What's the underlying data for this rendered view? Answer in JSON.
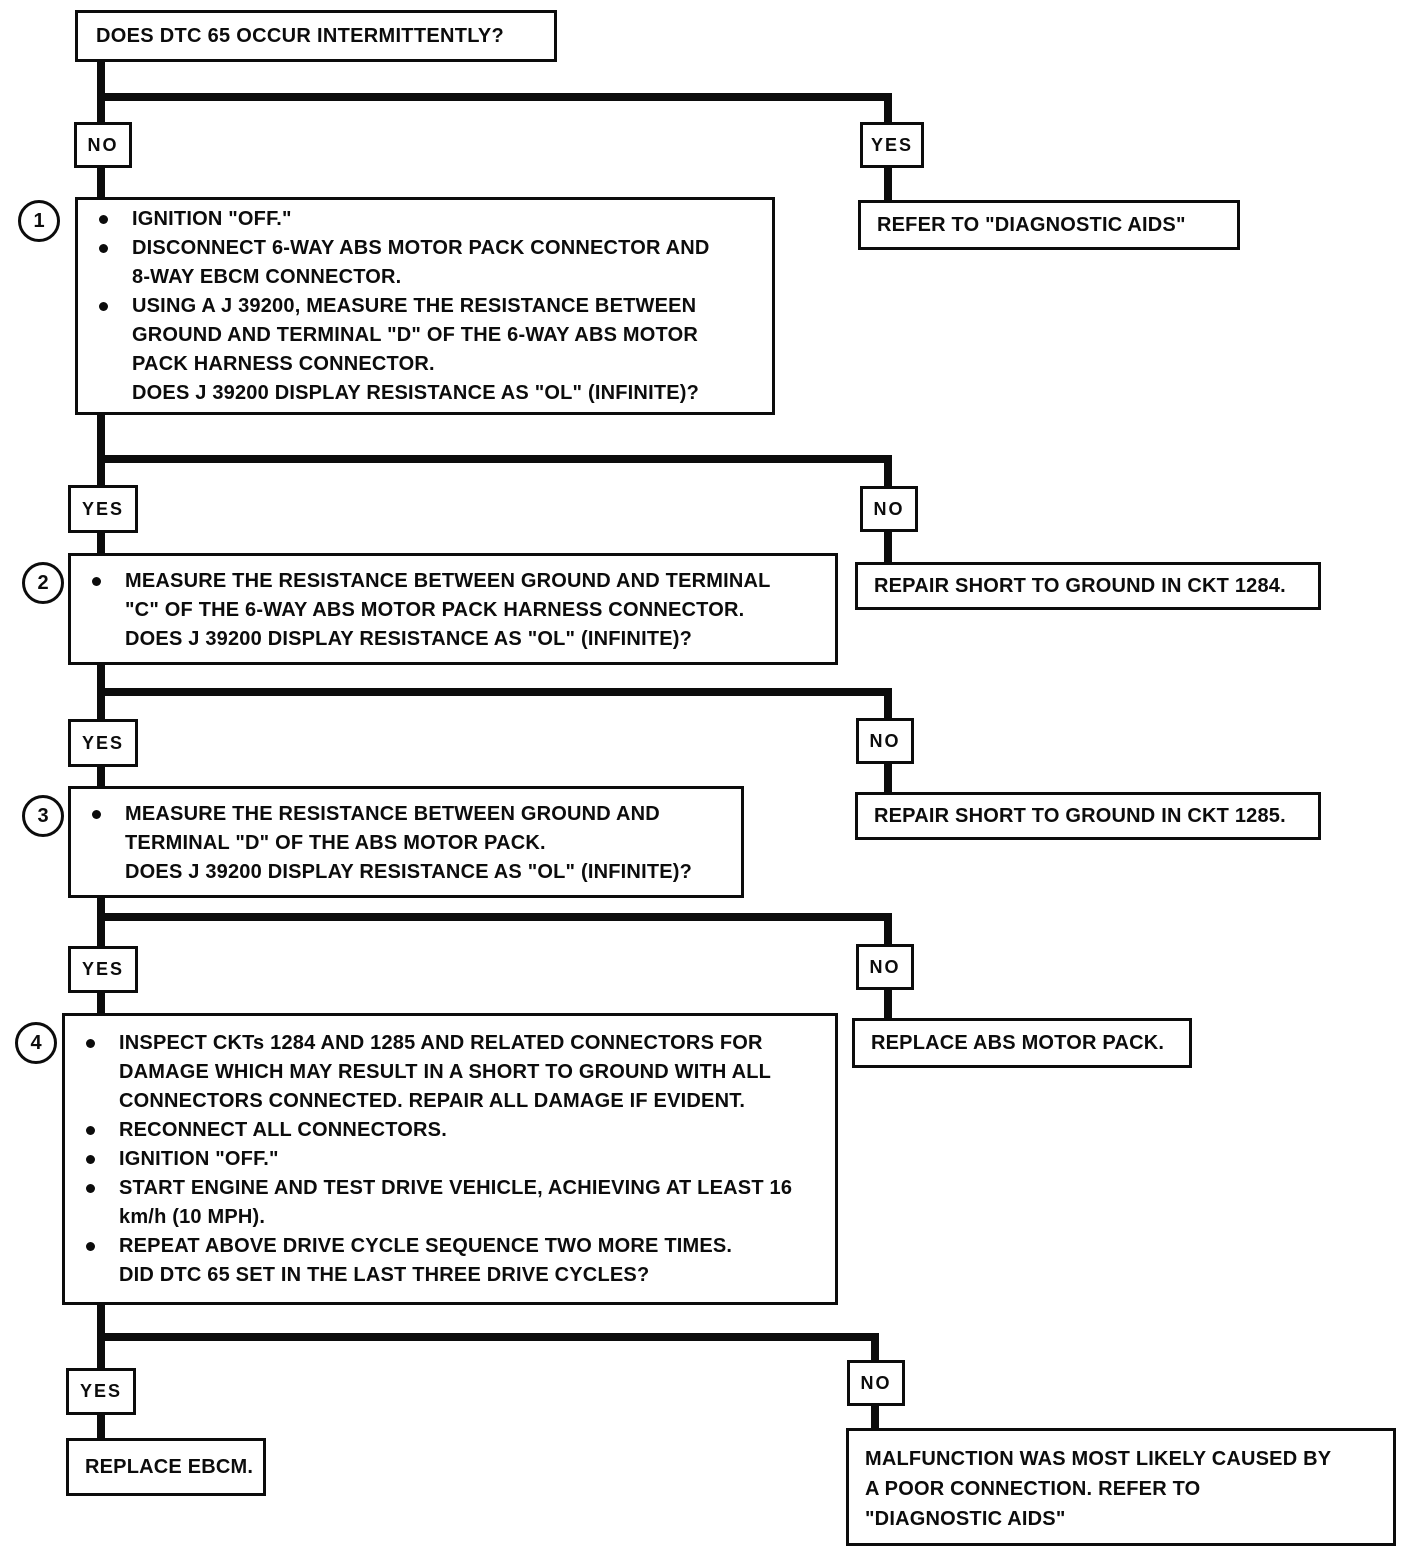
{
  "diagram_type": "flowchart",
  "start": {
    "question": "DOES DTC 65 OCCUR INTERMITTENTLY?"
  },
  "rows": [
    {
      "left": "NO",
      "right": "YES"
    },
    {
      "left": "YES",
      "right": "NO"
    },
    {
      "left": "YES",
      "right": "NO"
    },
    {
      "left": "YES",
      "right": "NO"
    },
    {
      "left": "YES",
      "right": "NO"
    }
  ],
  "steps": [
    {
      "number": "1",
      "items": [
        "IGNITION \"OFF.\"",
        "DISCONNECT 6-WAY ABS MOTOR PACK CONNECTOR AND 8-WAY EBCM CONNECTOR.",
        "USING A J 39200, MEASURE THE RESISTANCE BETWEEN GROUND AND TERMINAL \"D\" OF THE 6-WAY ABS MOTOR PACK HARNESS CONNECTOR.",
        "DOES J 39200 DISPLAY RESISTANCE AS \"OL\" (INFINITE)?"
      ]
    },
    {
      "number": "2",
      "items": [
        "MEASURE THE RESISTANCE BETWEEN GROUND AND TERMINAL \"C\" OF THE 6-WAY ABS MOTOR PACK HARNESS CONNECTOR.",
        "DOES J 39200 DISPLAY RESISTANCE AS \"OL\" (INFINITE)?"
      ]
    },
    {
      "number": "3",
      "items": [
        "MEASURE THE RESISTANCE BETWEEN GROUND AND TERMINAL \"D\" OF THE ABS MOTOR PACK.",
        "DOES J 39200 DISPLAY RESISTANCE AS \"OL\" (INFINITE)?"
      ]
    },
    {
      "number": "4",
      "items": [
        "INSPECT CKTs 1284 AND 1285 AND RELATED CONNECTORS FOR DAMAGE WHICH MAY RESULT IN A SHORT TO GROUND WITH ALL CONNECTORS CONNECTED.  REPAIR ALL DAMAGE IF EVIDENT.",
        "RECONNECT ALL CONNECTORS.",
        "IGNITION \"OFF.\"",
        "START ENGINE AND TEST DRIVE VEHICLE, ACHIEVING AT LEAST 16 km/h (10 MPH).",
        "REPEAT ABOVE DRIVE CYCLE SEQUENCE TWO MORE TIMES.",
        "DID DTC 65 SET IN THE LAST THREE DRIVE CYCLES?"
      ]
    }
  ],
  "terminals": {
    "refer_diagnostic_aids": "REFER TO \"DIAGNOSTIC AIDS\"",
    "repair_ckt_1284": "REPAIR SHORT TO GROUND IN CKT 1284.",
    "repair_ckt_1285": "REPAIR SHORT TO GROUND IN CKT 1285.",
    "replace_abs_motor_pack": "REPLACE ABS MOTOR PACK.",
    "replace_ebcm": "REPLACE EBCM.",
    "poor_connection": "MALFUNCTION WAS MOST LIKELY CAUSED BY A POOR CONNECTION.  REFER TO \"DIAGNOSTIC AIDS\""
  }
}
